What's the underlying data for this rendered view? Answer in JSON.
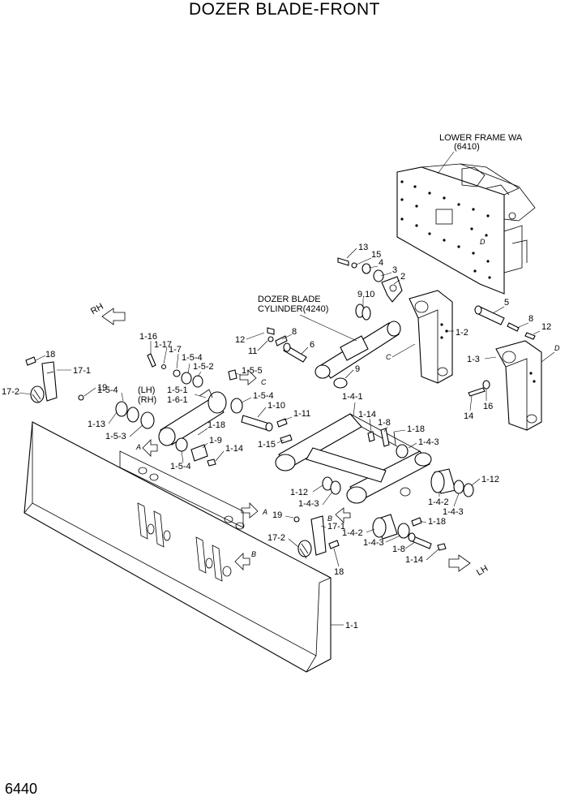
{
  "title": "DOZER BLADE-FRONT",
  "page_number": "6440",
  "notes": {
    "lower_frame_1": "LOWER FRAME WA",
    "lower_frame_2": "(6410)",
    "cylinder_1": "DOZER BLADE",
    "cylinder_2": "CYLINDER(4240)"
  },
  "direction_labels": {
    "rh": "RH",
    "lh": "LH"
  },
  "side_labels": {
    "lh": "(LH)",
    "rh": "(RH)"
  },
  "view_markers": {
    "a": "A",
    "b": "B",
    "c": "C",
    "d": "D"
  },
  "callouts": {
    "c13": "13",
    "c15": "15",
    "c4": "4",
    "c3": "3",
    "c2": "2",
    "c9_10": "9,10",
    "c5": "5",
    "c8_r": "8",
    "c12_r": "12",
    "c1_2": "1-2",
    "c1_3": "1-3",
    "c16": "16",
    "c14_r": "14",
    "c12_m": "12",
    "c11_m": "11",
    "c8_m": "8",
    "c6": "6",
    "c9_m": "9",
    "c1_16": "1-16",
    "c1_7": "1-7",
    "c1_5_4a": "1-5-4",
    "c1_5_2": "1-5-2",
    "c1_5_1": "1-5-1",
    "c1_6_1": "1-6-1",
    "c1_5_5": "1-5-5",
    "c1_5_4b": "1-5-4",
    "c1_10": "1-10",
    "c1_11": "1-11",
    "c1_15": "1-15",
    "c1_5_4c": "1-5-4",
    "c1_13": "1-13",
    "c1_5_3": "1-5-3",
    "c1_18a": "1-18",
    "c1_9": "1-9",
    "c1_14a": "1-14",
    "c1_5_4d": "1-5-4",
    "c18a": "18",
    "c17_1a": "17-1",
    "c17_2a": "17-2",
    "c19a": "19",
    "c1_4_1": "1-4-1",
    "c1_14b": "1-14",
    "c1_8a": "1-8",
    "c1_18b": "1-18",
    "c1_4_3a": "1-4-3",
    "c1_12a": "1-12",
    "c1_4_3b": "1-4-3",
    "c1_4_2a": "1-4-2",
    "c1_12b": "1-12",
    "c1_4_3c": "1-4-3",
    "c1_18c": "1-18",
    "c1_4_2b": "1-4-2",
    "c1_4_3d": "1-4-3",
    "c1_8b": "1-8",
    "c1_14c": "1-14",
    "c19b": "19",
    "c17_1b": "17-1",
    "c17_2b": "17-2",
    "c18b": "18",
    "c1_1": "1-1"
  }
}
